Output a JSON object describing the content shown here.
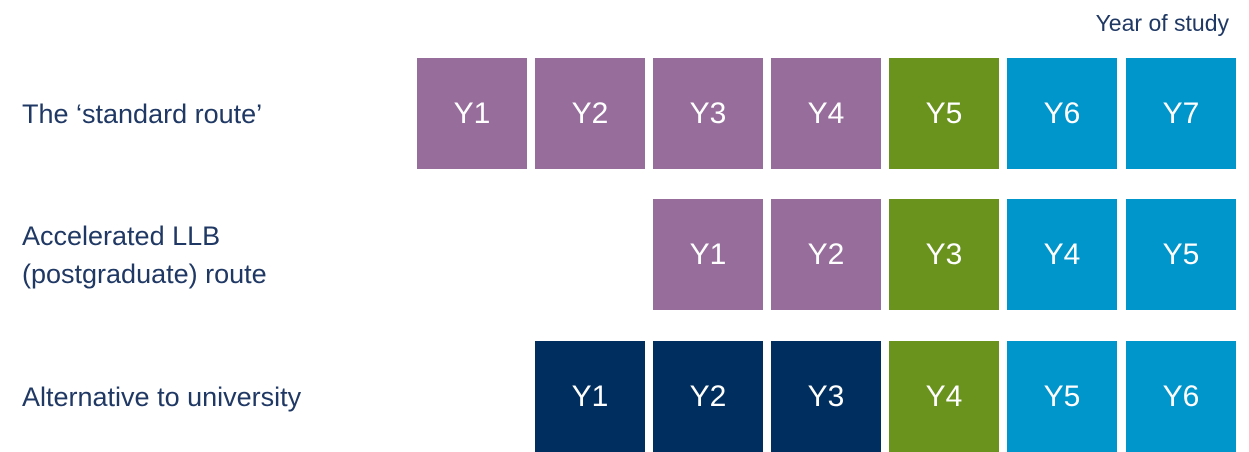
{
  "header": {
    "label": "Year of study"
  },
  "colors": {
    "purple": "#976d9c",
    "green": "#6a931e",
    "blue": "#0096cc",
    "navy": "#002f5f",
    "text": "#1f3864"
  },
  "routes": [
    {
      "label": "The ‘standard route’",
      "years": [
        {
          "label": "Y1",
          "color": "purple"
        },
        {
          "label": "Y2",
          "color": "purple"
        },
        {
          "label": "Y3",
          "color": "purple"
        },
        {
          "label": "Y4",
          "color": "purple"
        },
        {
          "label": "Y5",
          "color": "green"
        },
        {
          "label": "Y6",
          "color": "blue"
        },
        {
          "label": "Y7",
          "color": "blue"
        }
      ]
    },
    {
      "label": "Accelerated LLB\n(postgraduate) route",
      "years": [
        {
          "label": "Y1",
          "color": "purple"
        },
        {
          "label": "Y2",
          "color": "purple"
        },
        {
          "label": "Y3",
          "color": "green"
        },
        {
          "label": "Y4",
          "color": "blue"
        },
        {
          "label": "Y5",
          "color": "blue"
        }
      ]
    },
    {
      "label": "Alternative to university",
      "years": [
        {
          "label": "Y1",
          "color": "navy"
        },
        {
          "label": "Y2",
          "color": "navy"
        },
        {
          "label": "Y3",
          "color": "navy"
        },
        {
          "label": "Y4",
          "color": "green"
        },
        {
          "label": "Y5",
          "color": "blue"
        },
        {
          "label": "Y6",
          "color": "blue"
        }
      ]
    }
  ]
}
